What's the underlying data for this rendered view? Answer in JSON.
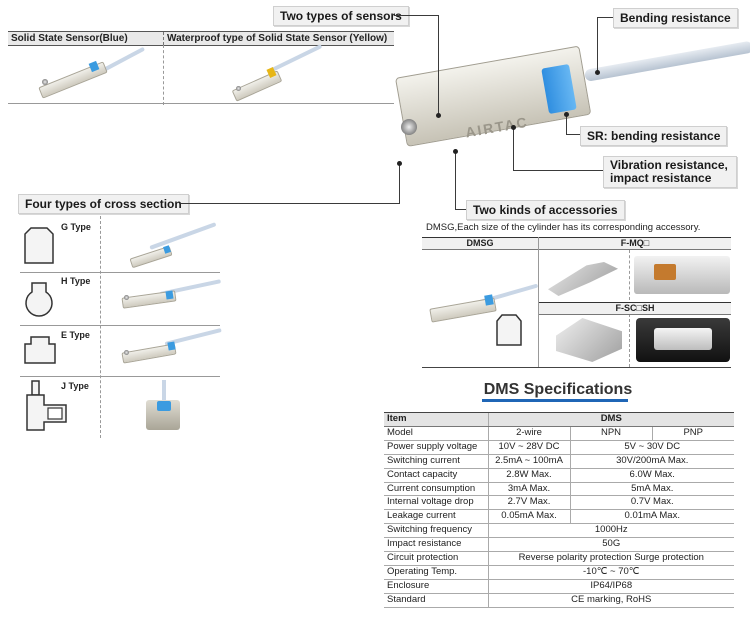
{
  "callouts": {
    "two_types_sensors": "Two types of sensors",
    "bending_resistance": "Bending resistance",
    "sr_bending": "SR: bending resistance",
    "vibration": "Vibration resistance, impact resistance",
    "four_cross": "Four types of cross section",
    "two_accessories": "Two kinds of accessories"
  },
  "sensor_types": [
    {
      "label": "Solid State Sensor(Blue)",
      "band_color": "#3b9be0"
    },
    {
      "label": "Waterproof type of Solid State Sensor (Yellow)",
      "band_color": "#e7b616"
    }
  ],
  "brand_text": "AIRTAC",
  "cross_sections": [
    {
      "label": "G Type"
    },
    {
      "label": "H Type"
    },
    {
      "label": "E Type"
    },
    {
      "label": "J Type"
    }
  ],
  "accessories": {
    "note": "DMSG,Each size of the cylinder has its corresponding accessory.",
    "col1": "DMSG",
    "col2": "F-MQ□",
    "col3": "F-SC□SH"
  },
  "specs": {
    "title": "DMS Specifications",
    "header": {
      "item": "Item",
      "dms": "DMS"
    },
    "rows": {
      "model": {
        "label": "Model",
        "v1": "2-wire",
        "v2": "NPN",
        "v3": "PNP"
      },
      "power": {
        "label": "Power supply voltage",
        "v1": "10V ~ 28V DC",
        "v2": "5V ~ 30V DC"
      },
      "switching_current": {
        "label": "Switching current",
        "v1": "2.5mA ~ 100mA",
        "v2": "30V/200mA  Max."
      },
      "contact": {
        "label": "Contact capacity",
        "v1": "2.8W Max.",
        "v2": "6.0W Max."
      },
      "consumption": {
        "label": "Current consumption",
        "v1": "3mA Max.",
        "v2": "5mA Max."
      },
      "drop": {
        "label": "Internal voltage drop",
        "v1": "2.7V Max.",
        "v2": "0.7V Max."
      },
      "leakage": {
        "label": "Leakage current",
        "v1": "0.05mA Max.",
        "v2": "0.01mA Max."
      },
      "frequency": {
        "label": "Switching frequency",
        "v": "1000Hz"
      },
      "impact": {
        "label": "Impact resistance",
        "v": "50G"
      },
      "protection": {
        "label": "Circuit protection",
        "v": "Reverse polarity protection Surge protection"
      },
      "temp": {
        "label": "Operating Temp.",
        "v": "-10℃ ~ 70℃"
      },
      "enclosure": {
        "label": "Enclosure",
        "v": "IP64/IP68"
      },
      "standard": {
        "label": "Standard",
        "v": "CE marking, RoHS"
      }
    }
  },
  "colors": {
    "accent_blue": "#1f66b6",
    "sensor_blue": "#3b9be0",
    "sensor_yellow": "#e7b616"
  }
}
